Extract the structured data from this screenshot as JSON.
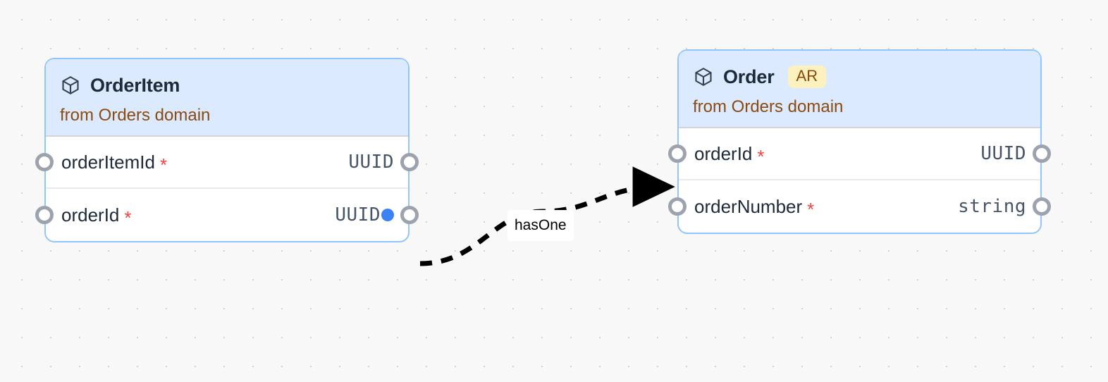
{
  "canvas": {
    "background_color": "#f8f8f8",
    "dot_color": "#d2d2d4",
    "grid_spacing": 41
  },
  "nodes": [
    {
      "id": "orderitem",
      "icon": "cube-icon",
      "title": "OrderItem",
      "badge": null,
      "subtitle": "from Orders domain",
      "header_color": "#dbeafe",
      "border_color": "#93c5fd",
      "fields": [
        {
          "name": "orderItemId",
          "required_marker": "*",
          "type": "UUID",
          "foreign_key_dot": false,
          "left_handle": true,
          "right_handle": true
        },
        {
          "name": "orderId",
          "required_marker": "*",
          "type": "UUID",
          "foreign_key_dot": true,
          "left_handle": true,
          "right_handle": true
        }
      ]
    },
    {
      "id": "order",
      "icon": "cube-icon",
      "title": "Order",
      "badge": "AR",
      "subtitle": "from Orders domain",
      "header_color": "#dbeafe",
      "border_color": "#93c5fd",
      "fields": [
        {
          "name": "orderId",
          "required_marker": "*",
          "type": "UUID",
          "foreign_key_dot": false,
          "left_handle": true,
          "right_handle": true
        },
        {
          "name": "orderNumber",
          "required_marker": "*",
          "type": "string",
          "foreign_key_dot": false,
          "left_handle": true,
          "right_handle": true
        }
      ]
    }
  ],
  "edges": [
    {
      "id": "hasone-edge",
      "label": "hasOne",
      "from": "orderitem.orderId",
      "to": "order.orderId",
      "style": "dashed",
      "color": "#000000",
      "arrow": "filled-triangle"
    }
  ],
  "colors": {
    "accent_blue": "#3b82f6",
    "node_border": "#93c5fd",
    "header_bg": "#dbeafe",
    "subtitle_brown": "#8b4a10",
    "badge_bg": "#fdf2bf",
    "badge_text": "#8a4a06",
    "required_red": "#ef4444",
    "type_slate": "#475569",
    "title_navy": "#1e2939",
    "handle_gray": "#9ca3af"
  }
}
